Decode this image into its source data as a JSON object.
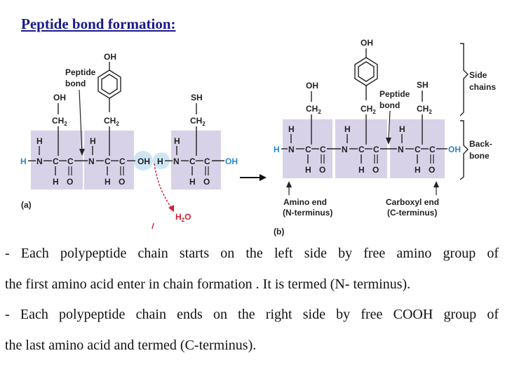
{
  "title": "Peptide  bond formation:",
  "panel_a": {
    "label": "(a)",
    "peptide_bond_label_1": "Peptide",
    "peptide_bond_label_2": "bond",
    "water": "H2O",
    "oh_top_1": "OH",
    "oh_top_2": "OH",
    "sh_top": "SH",
    "ch2": "CH2"
  },
  "panel_b": {
    "label": "(b)",
    "side_chains": "Side\nchains",
    "backbone": "Back-\nbone",
    "peptide_bond_label_1": "Peptide",
    "peptide_bond_label_2": "bond",
    "amino_end_1": "Amino end",
    "amino_end_2": "(N-terminus)",
    "carboxyl_end_1": "Carboxyl end",
    "carboxyl_end_2": "(C-terminus)"
  },
  "paragraphs": [
    [
      "- Each  polypeptide chain starts on the left side by free amino group of",
      "the first amino  acid enter in chain formation . It is termed (N- terminus)."
    ],
    [
      "- Each polypeptide chain ends on the right side by free COOH group of",
      "the last amino acid and termed (C-terminus)."
    ]
  ],
  "colors": {
    "title": "#1a1a8c",
    "backbone_band": "#d8d2e8",
    "hydroxyl_bubble": "#cde6f4",
    "water_arrow": "#cc1f35"
  }
}
